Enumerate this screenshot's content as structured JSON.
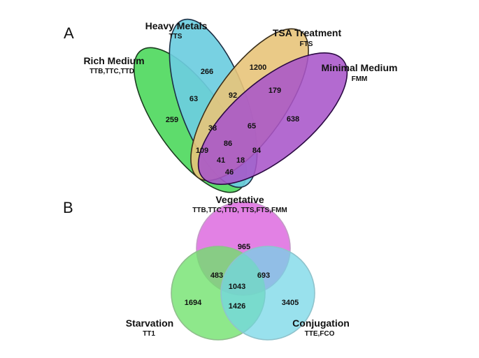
{
  "panel_a": {
    "letter": "A",
    "sets": {
      "rich_medium": {
        "name": "Rich Medium",
        "sub": "TTB,TTC,TTD",
        "fill": "#5edc6c",
        "stroke": "#1b3b1f"
      },
      "heavy_metals": {
        "name": "Heavy Metals",
        "sub": "TTS",
        "fill": "#6ccde0",
        "stroke": "#1c2f45"
      },
      "tsa_treatment": {
        "name": "TSA Treatment",
        "sub": "FTS",
        "fill": "#e8c47a",
        "stroke": "#3b2f1a"
      },
      "minimal_medium": {
        "name": "Minimal Medium",
        "sub": "FMM",
        "fill": "#a855c9",
        "stroke": "#2c0a44"
      }
    },
    "counts": {
      "heavy_only": "266",
      "tsa_only": "1200",
      "rich_only": "259",
      "minimal_only": "638",
      "rich_heavy": "63",
      "heavy_tsa": "92",
      "tsa_minimal": "179",
      "rich_heavy_tsa": "38",
      "heavy_tsa_minimal": "65",
      "all_four": "86",
      "rich_tsa": "109",
      "heavy_minimal": "84",
      "rich_tsa_minimal": "41",
      "rich_heavy_minimal": "18",
      "rich_minimal": "46"
    }
  },
  "panel_b": {
    "letter": "B",
    "sets": {
      "vegetative": {
        "name": "Vegetative",
        "sub": "TTB,TTC,TTD, TTS,FTS,FMM",
        "fill": "#e07ae3"
      },
      "starvation": {
        "name": "Starvation",
        "sub": "TT1",
        "fill": "#6ee26a"
      },
      "conjugation": {
        "name": "Conjugation",
        "sub": "TTE,FCO",
        "fill": "#71d6e6"
      }
    },
    "counts": {
      "vegetative_only": "965",
      "veg_starv": "483",
      "veg_conj": "693",
      "all_three": "1043",
      "starvation_only": "1694",
      "starv_conj": "1426",
      "conjugation_only": "3405"
    }
  }
}
